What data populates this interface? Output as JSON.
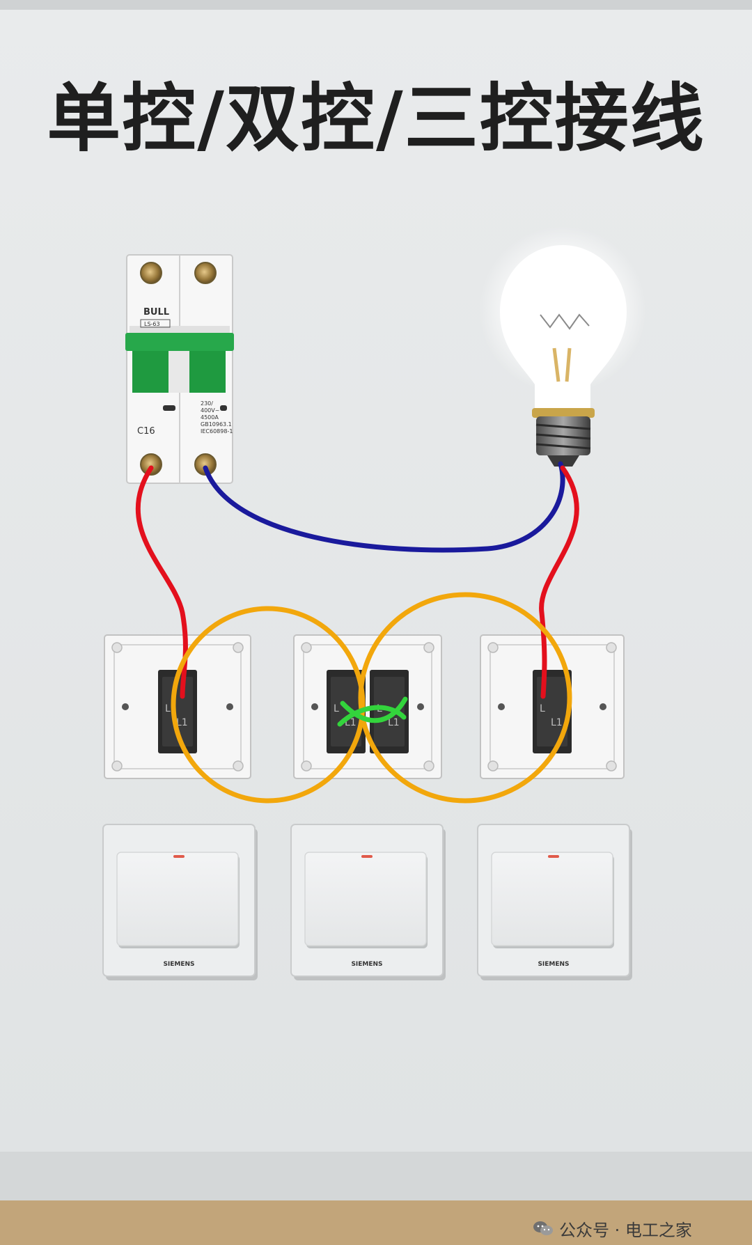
{
  "title": "单控/双控/三控接线",
  "breaker": {
    "brand": "BULL",
    "model": "LS-63",
    "rating": "C16",
    "specs": [
      "230/",
      "400V~",
      "4500A",
      "GB10963.1",
      "IEC60898-1"
    ]
  },
  "switch_modules": [
    {
      "brand": "SIEMENS"
    },
    {
      "brand": "SIEMENS"
    },
    {
      "brand": "SIEMENS"
    }
  ],
  "terminal_labels": {
    "left": "L",
    "right": "L1"
  },
  "wire_colors": {
    "live": "#e3101d",
    "neutral": "#1a1a9c",
    "traveler": "#f2a70c",
    "crossover": "#33d43c"
  },
  "watermark": "公众号 · 电工之家"
}
